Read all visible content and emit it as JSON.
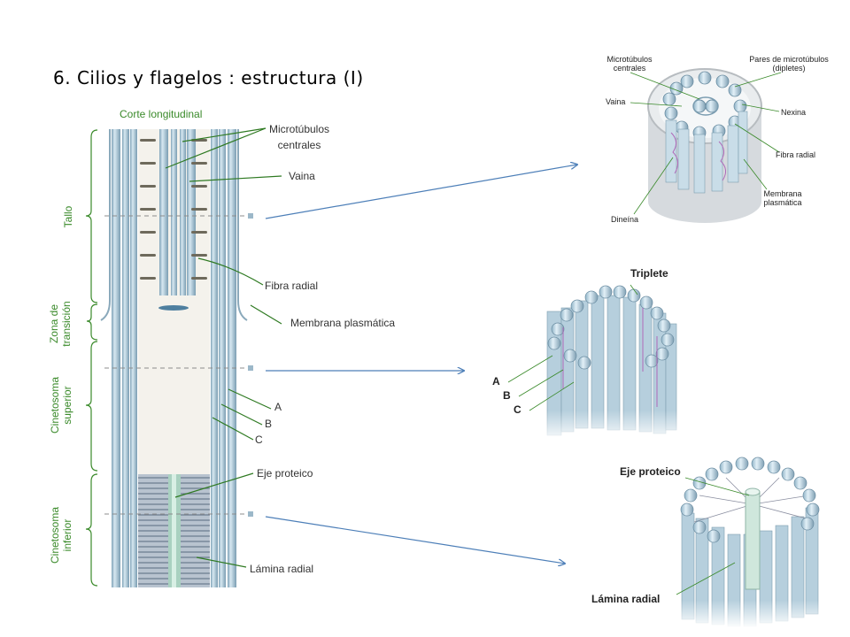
{
  "title": "6. Cilios y flagelos : estructura (I)",
  "left_panel": {
    "header": "Corte longitudinal",
    "regions": [
      {
        "line1": "Tallo",
        "line2": ""
      },
      {
        "line1": "Zona de",
        "line2": "transición"
      },
      {
        "line1": "Cinetosoma",
        "line2": "superior"
      },
      {
        "line1": "Cinetosoma",
        "line2": "inferior"
      }
    ],
    "labels": {
      "microtubulos_1": "Microtúbulos",
      "microtubulos_2": "centrales",
      "vaina": "Vaina",
      "fibra_radial": "Fibra radial",
      "membrana": "Membrana plasmática",
      "a": "A",
      "b": "B",
      "c": "C",
      "eje": "Eje proteico",
      "lamina": "Lámina radial"
    }
  },
  "top_figure": {
    "microtubulos_1": "Microtúbulos",
    "microtubulos_2": "centrales",
    "pares_1": "Pares de microtúbulos",
    "pares_2": "(dipletes)",
    "vaina": "Vaina",
    "nexina": "Nexina",
    "fibra": "Fibra radial",
    "membrana_1": "Membrana",
    "membrana_2": "plasmática",
    "dineina": "Dineína"
  },
  "middle_figure": {
    "triplete": "Triplete",
    "a": "A",
    "b": "B",
    "c": "C"
  },
  "bottom_figure": {
    "eje": "Eje proteico",
    "lamina": "Lámina radial"
  },
  "colors": {
    "label_green": "#3a8a2a",
    "tube": "#a9c6d6",
    "arrow": "#4d7fb8"
  }
}
